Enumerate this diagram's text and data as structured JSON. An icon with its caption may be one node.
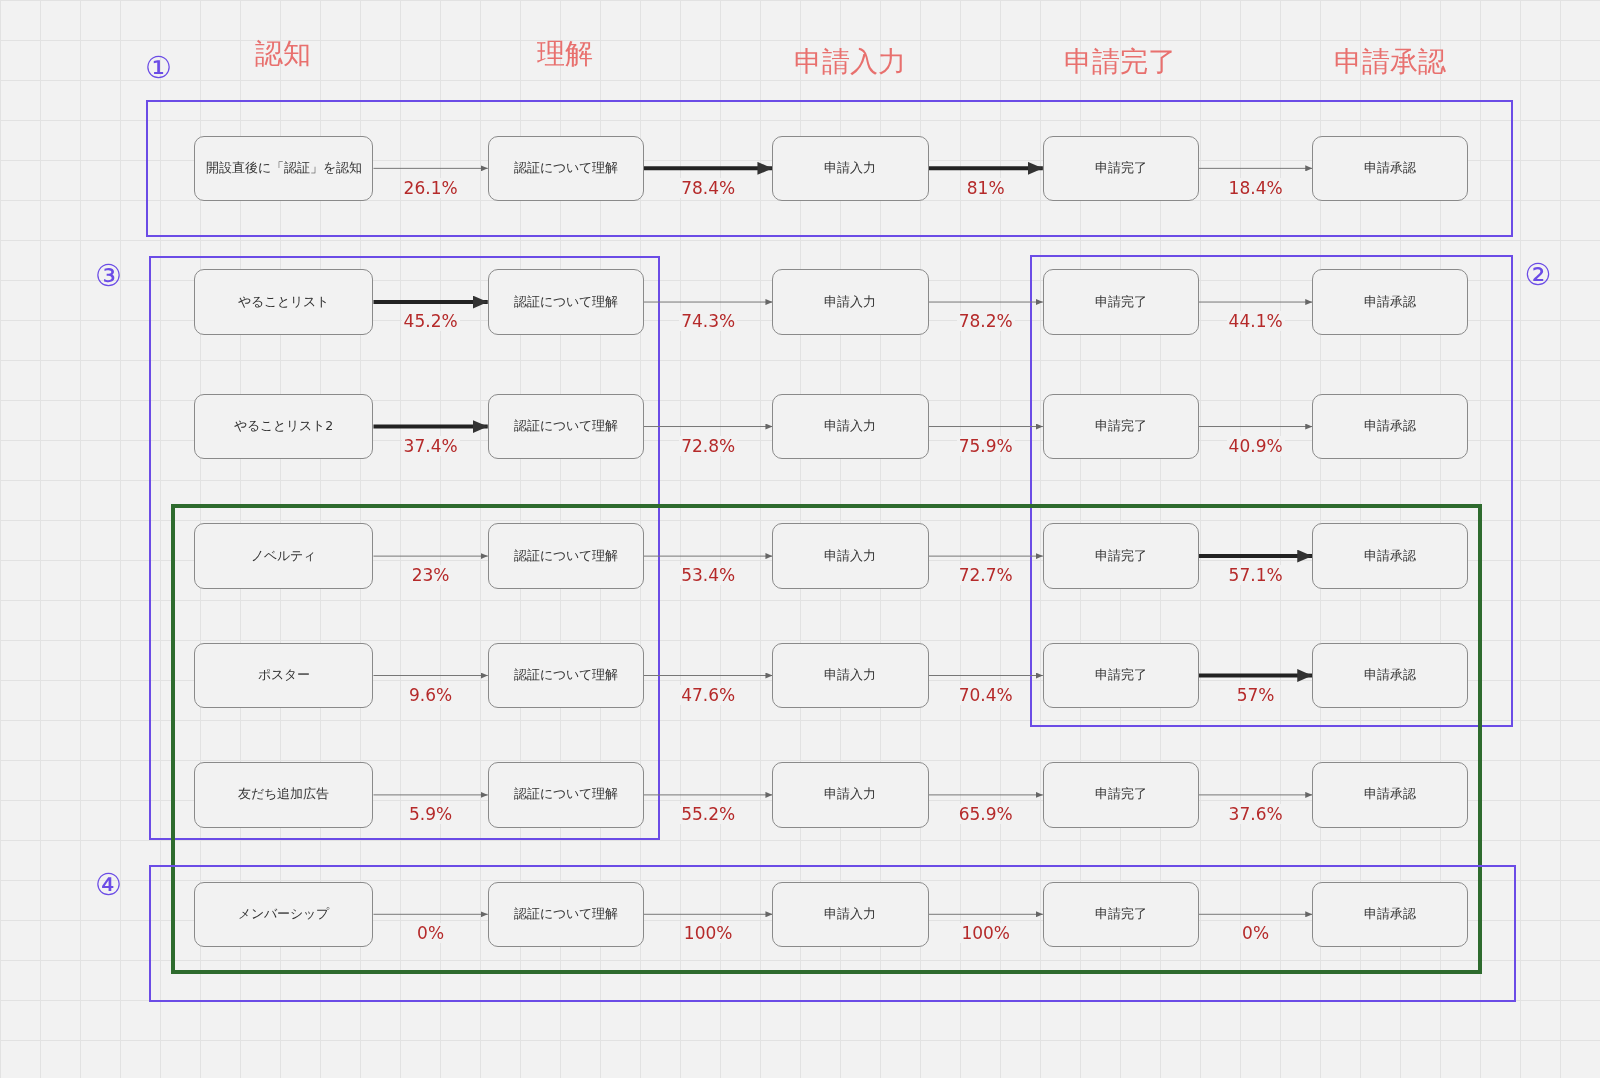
{
  "diagram": {
    "nodes": [
      {
        "text": [
          "開設直後に「認証」を認知"
        ]
      },
      {
        "text": [
          "認証について理解"
        ]
      },
      {
        "text": [
          "申請入力"
        ]
      },
      {
        "text": [
          "申請完了"
        ]
      },
      {
        "text": [
          "申請承認"
        ]
      },
      {
        "text": [
          "やることリスト"
        ]
      },
      {
        "text": [
          "認証について理解"
        ]
      },
      {
        "text": [
          "申請入力"
        ]
      },
      {
        "text": [
          "申請完了"
        ]
      },
      {
        "text": [
          "申請承認"
        ]
      },
      {
        "text": [
          "やることリスト2"
        ]
      },
      {
        "text": [
          "認証について理解"
        ]
      },
      {
        "text": [
          "申請入力"
        ]
      },
      {
        "text": [
          "申請完了"
        ]
      },
      {
        "text": [
          "申請承認"
        ]
      },
      {
        "text": [
          "ノベルティ"
        ]
      },
      {
        "text": [
          "認証について理解"
        ]
      },
      {
        "text": [
          "申請入力"
        ]
      },
      {
        "text": [
          "申請完了"
        ]
      },
      {
        "text": [
          "申請承認"
        ]
      },
      {
        "text": [
          "ポスター"
        ]
      },
      {
        "text": [
          "認証について理解"
        ]
      },
      {
        "text": [
          "申請入力"
        ]
      },
      {
        "text": [
          "申請完了"
        ]
      },
      {
        "text": [
          "申請承認"
        ]
      },
      {
        "text": [
          "友だち追加広告"
        ]
      },
      {
        "text": [
          "認証について理解"
        ]
      },
      {
        "text": [
          "申請入力"
        ]
      },
      {
        "text": [
          "申請完了"
        ]
      },
      {
        "text": [
          "申請承認"
        ]
      },
      {
        "text": [
          "メンバーシップ"
        ]
      },
      {
        "text": [
          "認証について理解"
        ]
      },
      {
        "text": [
          "申請入力"
        ]
      },
      {
        "text": [
          "申請完了"
        ]
      },
      {
        "text": [
          "申請承認"
        ]
      }
    ],
    "edges": [
      {
        "from": 0,
        "to": 1,
        "arrow": "to",
        "label": "26.1%"
      },
      {
        "from": 1,
        "to": 2,
        "arrow": "to",
        "label": "78.4%",
        "style": "thick"
      },
      {
        "from": 2,
        "to": 3,
        "arrow": "to",
        "label": "81%",
        "style": "thick"
      },
      {
        "from": 3,
        "to": 4,
        "arrow": "to",
        "label": "18.4%"
      },
      {
        "from": 5,
        "to": 6,
        "arrow": "to",
        "label": "45.2%",
        "style": "thick"
      },
      {
        "from": 6,
        "to": 7,
        "arrow": "to",
        "label": "74.3%"
      },
      {
        "from": 7,
        "to": 8,
        "arrow": "to",
        "label": "78.2%"
      },
      {
        "from": 8,
        "to": 9,
        "arrow": "to",
        "label": "44.1%"
      },
      {
        "from": 10,
        "to": 11,
        "arrow": "to",
        "label": "37.4%",
        "style": "thick"
      },
      {
        "from": 11,
        "to": 12,
        "arrow": "to",
        "label": "72.8%"
      },
      {
        "from": 12,
        "to": 13,
        "arrow": "to",
        "label": "75.9%"
      },
      {
        "from": 13,
        "to": 14,
        "arrow": "to",
        "label": "40.9%"
      },
      {
        "from": 15,
        "to": 16,
        "arrow": "to",
        "label": "23%"
      },
      {
        "from": 16,
        "to": 17,
        "arrow": "to",
        "label": "53.4%"
      },
      {
        "from": 17,
        "to": 18,
        "arrow": "to",
        "label": "72.7%"
      },
      {
        "from": 18,
        "to": 19,
        "arrow": "to",
        "label": "57.1%",
        "style": "thick"
      },
      {
        "from": 20,
        "to": 21,
        "arrow": "to",
        "label": "9.6%"
      },
      {
        "from": 21,
        "to": 22,
        "arrow": "to",
        "label": "47.6%"
      },
      {
        "from": 22,
        "to": 23,
        "arrow": "to",
        "label": "70.4%"
      },
      {
        "from": 23,
        "to": 24,
        "arrow": "to",
        "label": "57%",
        "style": "thick"
      },
      {
        "from": 25,
        "to": 26,
        "arrow": "to",
        "label": "5.9%"
      },
      {
        "from": 26,
        "to": 27,
        "arrow": "to",
        "label": "55.2%"
      },
      {
        "from": 27,
        "to": 28,
        "arrow": "to",
        "label": "65.9%"
      },
      {
        "from": 28,
        "to": 29,
        "arrow": "to",
        "label": "37.6%"
      },
      {
        "from": 30,
        "to": 31,
        "arrow": "to",
        "label": "0%"
      },
      {
        "from": 31,
        "to": 32,
        "arrow": "to",
        "label": "100%"
      },
      {
        "from": 32,
        "to": 33,
        "arrow": "to",
        "label": "100%"
      },
      {
        "from": 33,
        "to": 34,
        "arrow": "to",
        "label": "0%"
      }
    ],
    "labels": [
      "①",
      "認知",
      "理解",
      "申請入力",
      "申請完了",
      "申請承認",
      "③",
      "②",
      "④"
    ]
  }
}
